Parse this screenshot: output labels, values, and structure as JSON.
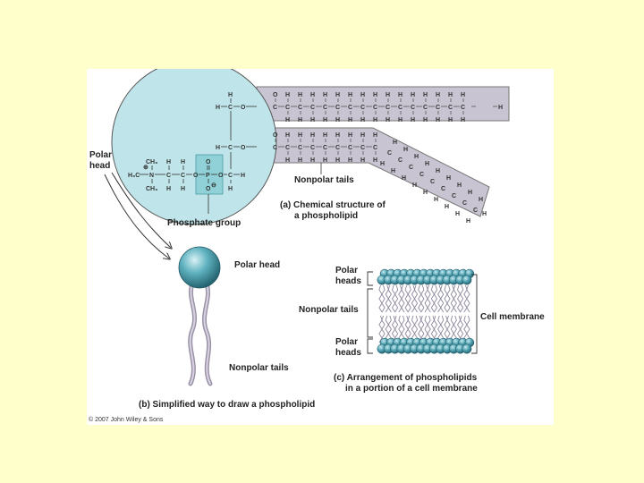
{
  "labels": {
    "polar_head_line1": "Polar",
    "polar_head_line2": "head",
    "phosphate_group": "Phosphate group",
    "nonpolar_tails_a": "Nonpolar tails",
    "caption_a_line1": "(a) Chemical structure of",
    "caption_a_line2": "a phospholipid",
    "polar_head_b": "Polar head",
    "nonpolar_tails_b": "Nonpolar tails",
    "caption_b": "(b) Simplified way to draw a phospholipid",
    "polar_heads_top_1": "Polar",
    "polar_heads_top_2": "heads",
    "nonpolar_tails_c": "Nonpolar tails",
    "polar_heads_bottom_1": "Polar",
    "polar_heads_bottom_2": "heads",
    "cell_membrane": "Cell membrane",
    "caption_c_line1": "(c) Arrangement of phospholipids",
    "caption_c_line2": "in a portion of a cell membrane",
    "copyright": "© 2007 John Wiley & Sons"
  },
  "chem": {
    "H": "H",
    "C": "C",
    "O": "O",
    "N": "N",
    "P": "P",
    "CH3": "CH₃",
    "H3C": "H₃C",
    "plus": "⊕",
    "minus": "⊖"
  },
  "colors": {
    "slide_background": "#ffffcc",
    "head_circle": "#bfe5ea",
    "phosphate_box": "#8fd1d6",
    "tail_band": "#c9c4d2",
    "sphere": "#4fa3b2"
  }
}
